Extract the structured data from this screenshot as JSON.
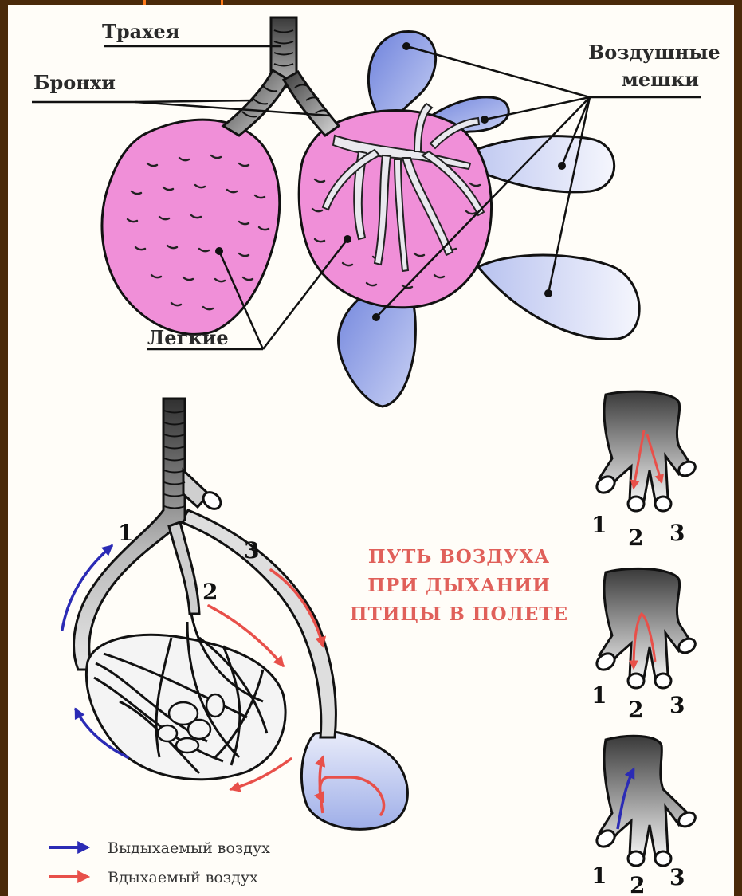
{
  "labels": {
    "trachea": "Трахея",
    "bronchi": "Бронхи",
    "air_sacs_line1": "Воздушные",
    "air_sacs_line2": "мешки",
    "lungs": "Легкие"
  },
  "flow_title": {
    "line1": "ПУТЬ ВОЗДУХА",
    "line2": "ПРИ ДЫХАНИИ",
    "line3": "ПТИЦЫ В ПОЛЕТЕ"
  },
  "numbers": {
    "n1": "1",
    "n2": "2",
    "n3": "3"
  },
  "legend": {
    "exhaled": "Выдыхаемый воздух",
    "inhaled": "Вдыхаемый воздух"
  },
  "colors": {
    "frame": "#4a2a0a",
    "accent": "#ff7a1a",
    "lung": "#f08fd8",
    "air_sac": "#7b8fe0",
    "exhaled_arrow": "#2b2bb5",
    "inhaled_arrow": "#e8504a",
    "title": "#e0605a"
  }
}
